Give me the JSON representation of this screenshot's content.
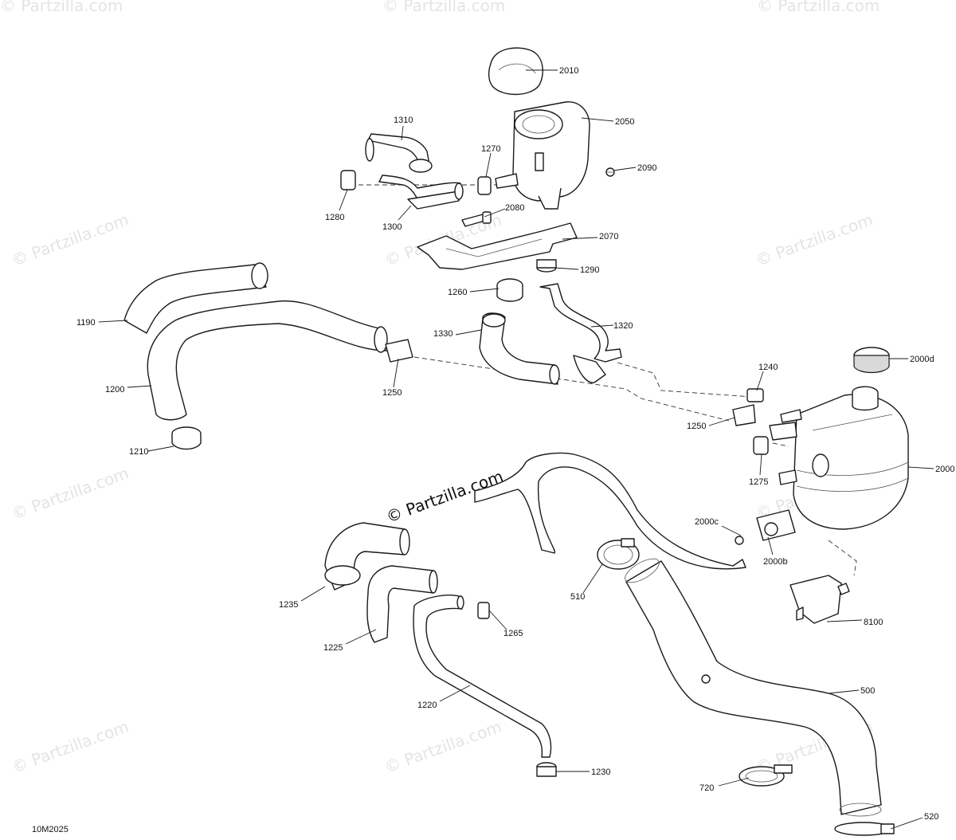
{
  "diagram": {
    "drawing_code": "10M2025",
    "watermark": "© Partzilla.com",
    "watermark_center": "© Partzilla.com",
    "callouts": [
      "2010",
      "2050",
      "1310",
      "1270",
      "2090",
      "1280",
      "1300",
      "2080",
      "2070",
      "1290",
      "1260",
      "1320",
      "1330",
      "1190",
      "1250",
      "1200",
      "2000d",
      "1240",
      "1250",
      "2000",
      "1275",
      "1210",
      "2000c",
      "2000b",
      "510",
      "1235",
      "8100",
      "1265",
      "1225",
      "500",
      "1220",
      "1230",
      "720",
      "520"
    ]
  }
}
